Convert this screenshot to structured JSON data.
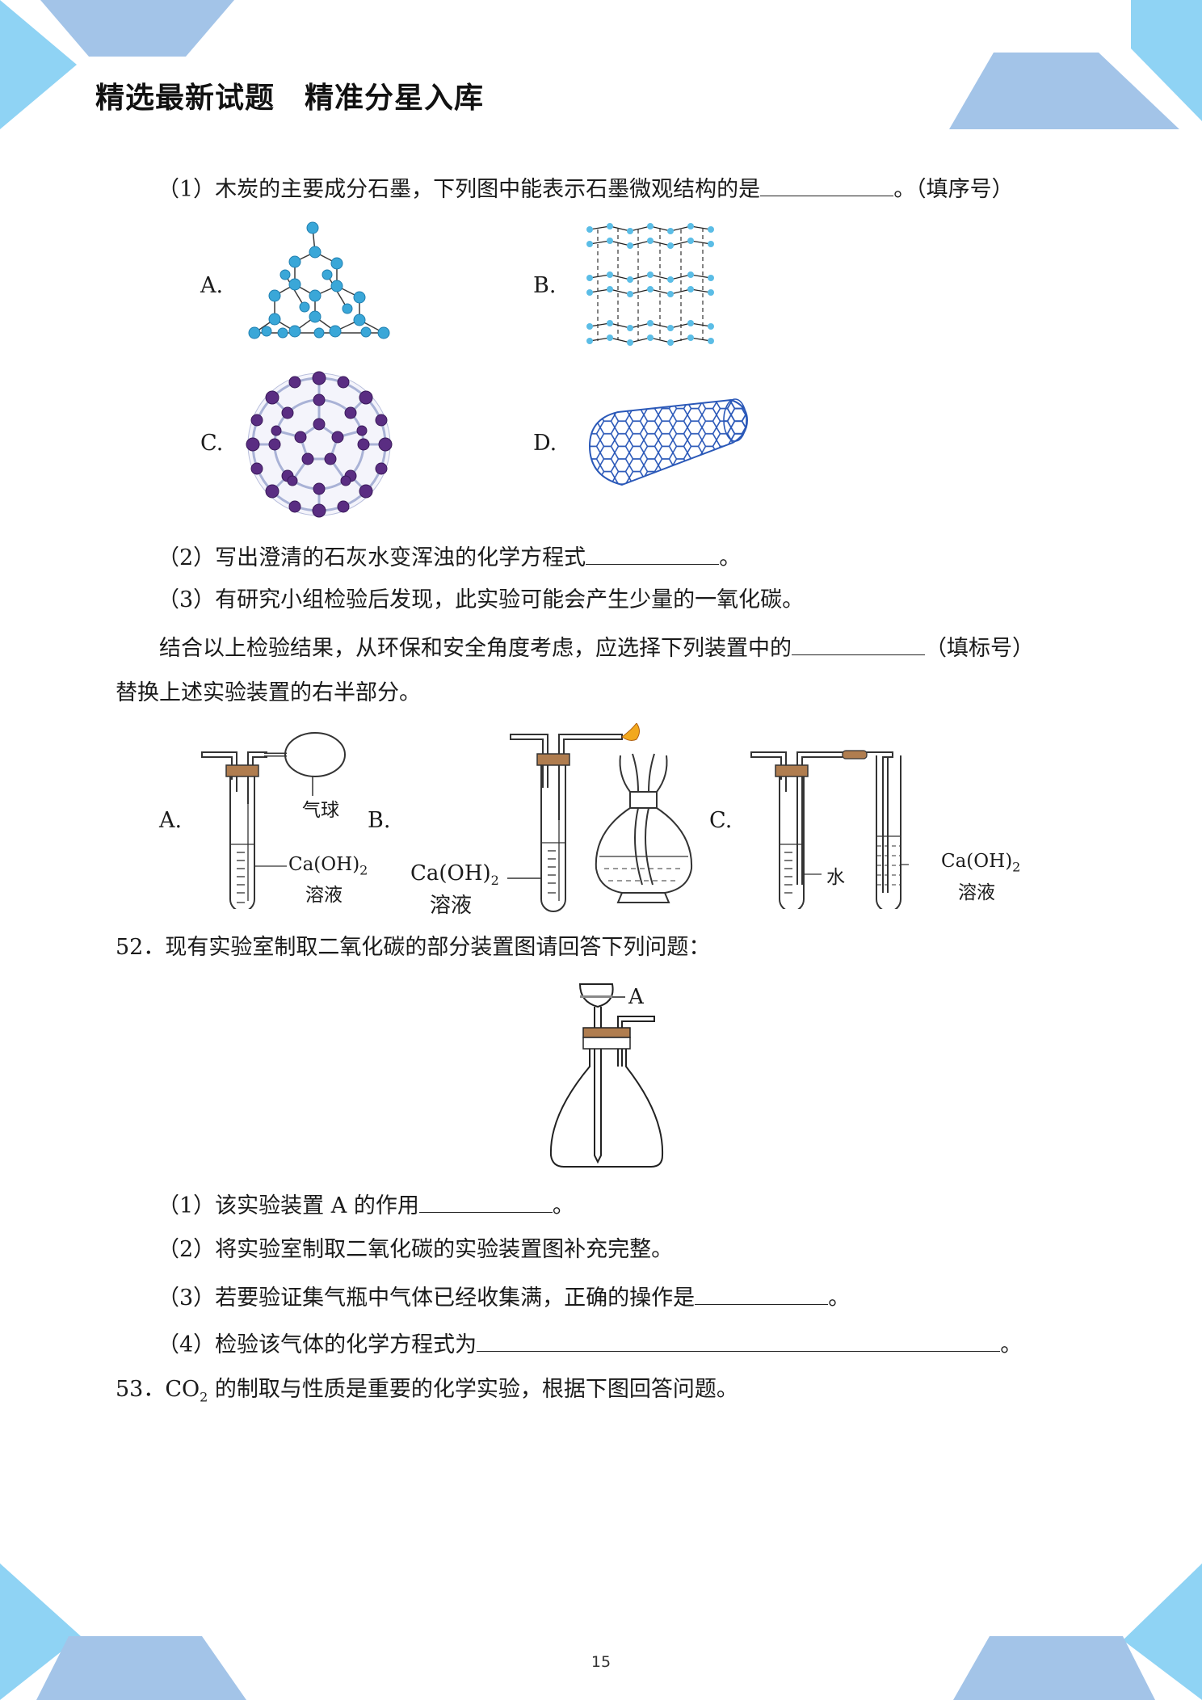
{
  "header": {
    "title": "精选最新试题　精准分星入库"
  },
  "q51": {
    "sub1_text": "（1）木炭的主要成分石墨，下列图中能表示石墨微观结构的是",
    "sub1_suffix": "。（填序号）",
    "structures": [
      {
        "label": "A."
      },
      {
        "label": "B."
      },
      {
        "label": "C."
      },
      {
        "label": "D."
      }
    ],
    "sub2_text": "（2）写出澄清的石灰水变浑浊的化学方程式",
    "sub2_suffix": "。",
    "sub3_text": "（3）有研究小组检验后发现，此实验可能会产生少量的一氧化碳。",
    "combine_text": "结合以上检验结果，从环保和安全角度考虑，应选择下列装置中的",
    "combine_suffix": "（填标号）",
    "replace_text": "替换上述实验装置的右半部分。",
    "apparatus": {
      "a_label": "A.",
      "b_label": "B.",
      "c_label": "C.",
      "balloon": "气球",
      "caoh2_main": "Ca(OH)",
      "caoh2_sub": "2",
      "solution": "溶液",
      "water": "水"
    }
  },
  "q52": {
    "title": "52．现有实验室制取二氧化碳的部分装置图请回答下列问题：",
    "funnel_label": "A",
    "sub1_text": "（1）该实验装置 A 的作用",
    "sub1_suffix": "。",
    "sub2_text": "（2）将实验室制取二氧化碳的实验装置图补充完整。",
    "sub3_text": "（3）若要验证集气瓶中气体已经收集满，正确的操作是",
    "sub3_suffix": "。",
    "sub4_text": "（4）检验该气体的化学方程式为",
    "sub4_suffix": "。"
  },
  "q53": {
    "prefix": "53．CO",
    "sub": "2",
    "rest": " 的制取与性质是重要的化学实验，根据下图回答问题。"
  },
  "page_number": "15",
  "colors": {
    "deco_light": "#8fd3f4",
    "deco_mid": "#a3c4e8",
    "atom_blue": "#3aa7d8",
    "atom_purple": "#5a2d82",
    "nanotube": "#2a58b8",
    "cork": "#b07d4f",
    "flame": "#f2a81d"
  }
}
